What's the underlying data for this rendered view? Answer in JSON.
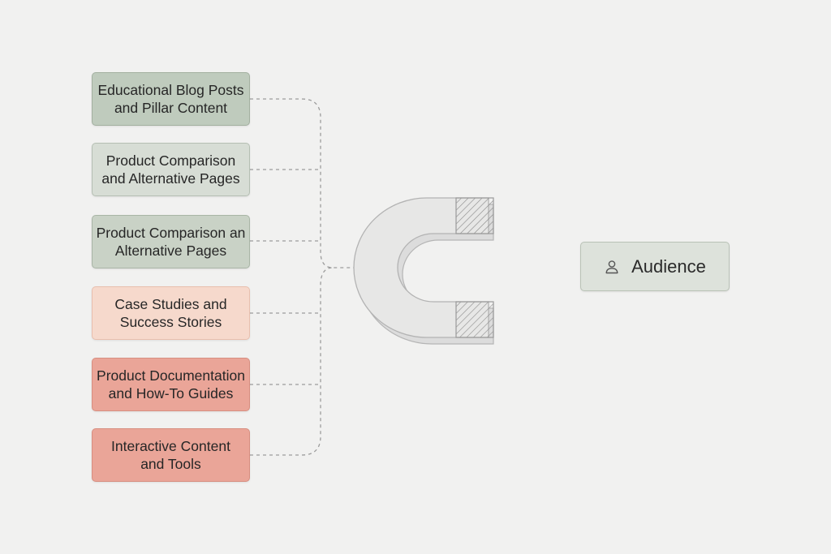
{
  "sources": [
    {
      "line1": "Educational Blog Posts",
      "line2": "and Pillar Content",
      "tone": "t-green"
    },
    {
      "line1": "Product Comparison",
      "line2": "and Alternative Pages",
      "tone": "t-lightgreen"
    },
    {
      "line1": "Product Comparison an",
      "line2": "Alternative Pages",
      "tone": "t-midgreen"
    },
    {
      "line1": "Case Studies and",
      "line2": "Success Stories",
      "tone": "t-peach"
    },
    {
      "line1": "Product Documentation",
      "line2": "and How-To Guides",
      "tone": "t-salmon"
    },
    {
      "line1": "Interactive Content",
      "line2": "and Tools",
      "tone": "t-salmon"
    }
  ],
  "target": {
    "label": "Audience",
    "icon": "user-icon"
  },
  "center": {
    "icon": "magnet-icon"
  },
  "colors": {
    "background": "#f1f1f0",
    "green": "#bfcbbd",
    "peach": "#f6d9cc",
    "salmon": "#eaa598",
    "connector": "#9a9a9a"
  }
}
